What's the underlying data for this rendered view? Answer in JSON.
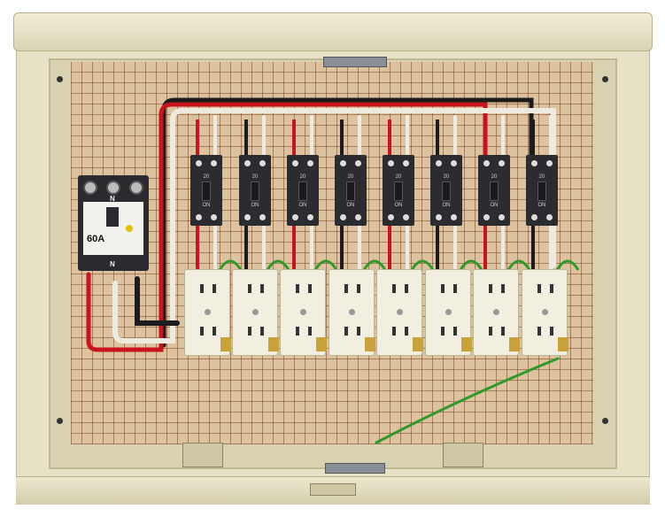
{
  "main_breaker": {
    "neutral_top": "N",
    "neutral_bottom": "N",
    "rating": "60A"
  },
  "branch_breakers": [
    {
      "rating": "20",
      "state": "ON"
    },
    {
      "rating": "20",
      "state": "ON"
    },
    {
      "rating": "20",
      "state": "ON"
    },
    {
      "rating": "20",
      "state": "ON"
    },
    {
      "rating": "20",
      "state": "ON"
    },
    {
      "rating": "20",
      "state": "ON"
    },
    {
      "rating": "20",
      "state": "ON"
    },
    {
      "rating": "20",
      "state": "ON"
    }
  ],
  "outlet_count": 8,
  "colors": {
    "enclosure": "#e7e2c6",
    "backplate": "#dcc29e",
    "breaker": "#2b2c30",
    "wire_red": "#c8141c",
    "wire_black": "#1c1c1c",
    "wire_white": "#eeeadf",
    "wire_green": "#2f9a2a"
  }
}
